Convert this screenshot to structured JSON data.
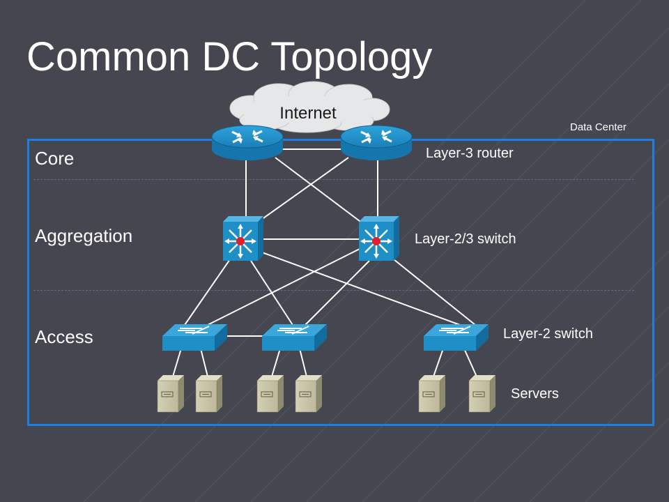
{
  "title": "Common DC Topology",
  "data_center_label": "Data Center",
  "internet_label": "Internet",
  "layers": {
    "core": "Core",
    "aggregation": "Aggregation",
    "access": "Access"
  },
  "device_labels": {
    "router": "Layer-3 router",
    "l23_switch": "Layer-2/3 switch",
    "l2_switch": "Layer-2 switch",
    "servers": "Servers"
  },
  "colors": {
    "background": "#45464f",
    "box_border": "#1e7fe0",
    "device_blue": "#1f8fc8",
    "server_beige": "#c8c4a6"
  },
  "icons": [
    "cloud-icon",
    "router-icon",
    "multilayer-switch-icon",
    "switch-icon",
    "server-icon"
  ]
}
